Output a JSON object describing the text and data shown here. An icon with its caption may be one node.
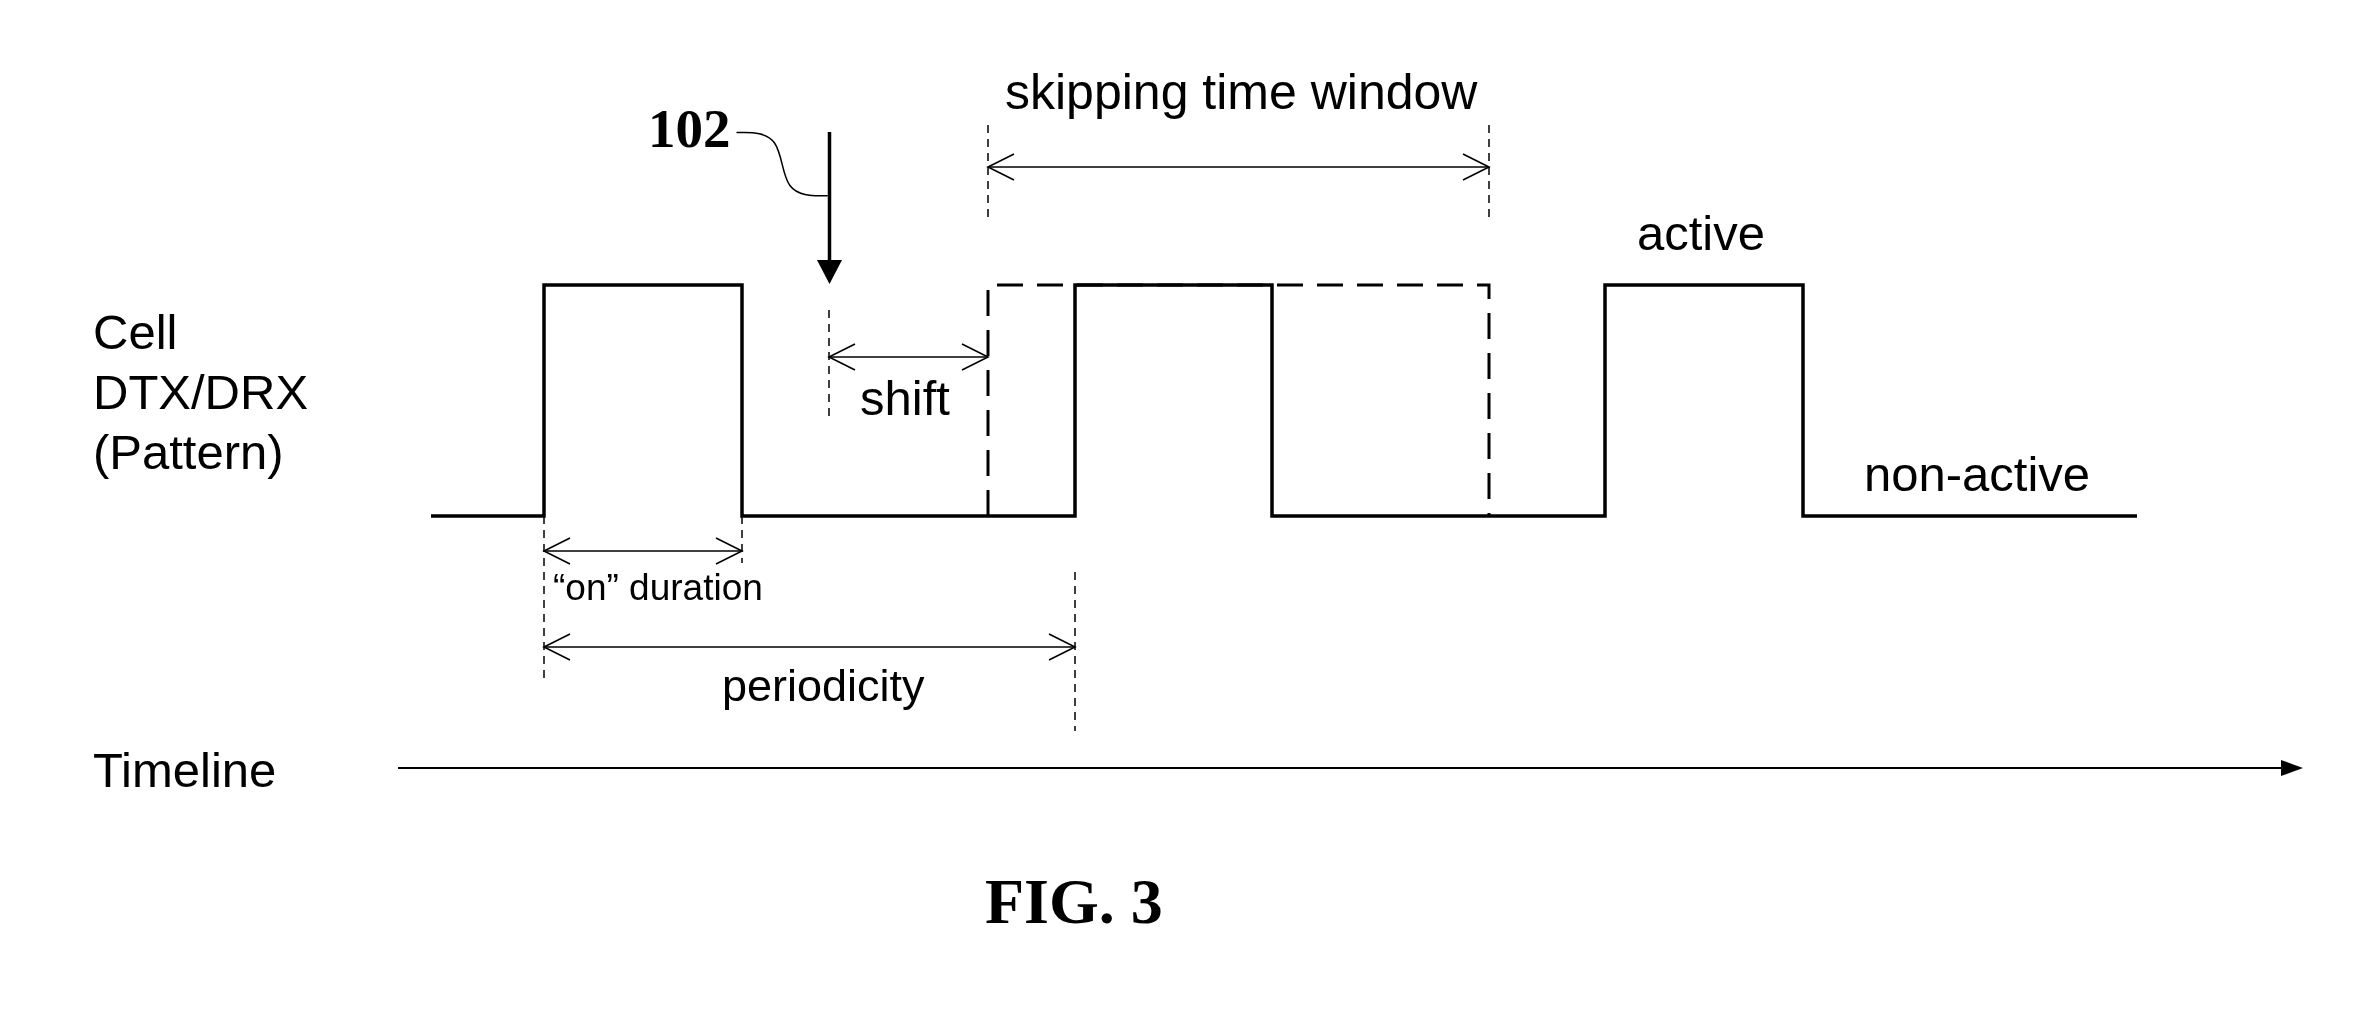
{
  "diagram": {
    "caption": "FIG. 3",
    "nodes": [
      {
        "text": [
          "102"
        ]
      },
      {
        "text": [],
        "shape": "arrow"
      }
    ],
    "edges": [
      {
        "from": 0,
        "to": 1,
        "arrow": "none"
      }
    ],
    "labels": [
      "skipping time window",
      "active",
      "Cell DTX/DRX (Pattern)",
      "shift",
      "non-active",
      "“on” duration",
      "periodicity",
      "Timeline"
    ]
  }
}
